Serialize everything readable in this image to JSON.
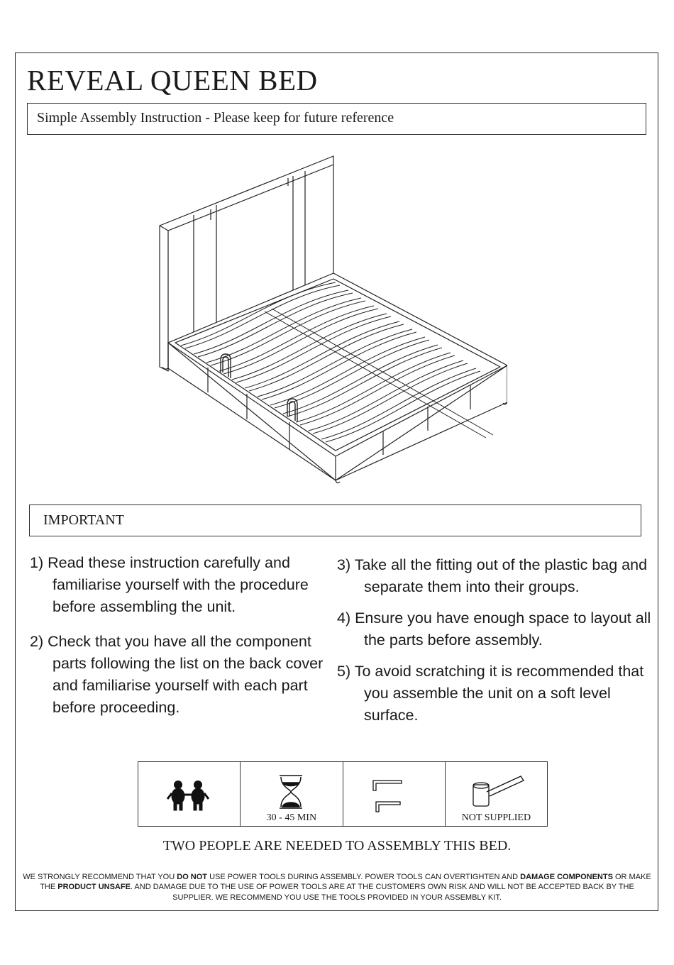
{
  "document": {
    "title": "REVEAL QUEEN BED",
    "subtitle": "Simple Assembly Instruction - Please keep for future reference",
    "important_label": "IMPORTANT",
    "steps_left": [
      "1) Read these instruction carefully and familiarise yourself with the procedure before assembling the unit.",
      "2) Check that you have all the component parts following the list on the back cover and familiarise yourself with each part before proceeding."
    ],
    "steps_right": [
      "3) Take all the fitting out of the plastic bag and separate them into their groups.",
      "4) Ensure you have enough space to layout all the parts before assembly.",
      "5) To avoid scratching it is recommended that you assemble the unit on a soft level surface."
    ],
    "tools": [
      {
        "icon": "two-people-icon",
        "label": ""
      },
      {
        "icon": "hourglass-icon",
        "label": "30 - 45 MIN"
      },
      {
        "icon": "allen-key-icon",
        "label": ""
      },
      {
        "icon": "mallet-icon",
        "label": "NOT SUPPLIED"
      }
    ],
    "people_note": "TWO PEOPLE ARE NEEDED TO ASSEMBLY THIS BED.",
    "warning": {
      "p1": "WE STRONGLY RECOMMEND THAT YOU ",
      "b1": "DO NOT",
      "p2": " USE POWER TOOLS DURING ASSEMBLY. POWER TOOLS CAN OVERTIGHTEN AND ",
      "b2": "DAMAGE COMPONENTS",
      "p3": " OR MAKE THE ",
      "b3": "PRODUCT UNSAFE",
      "p4": ". AND DAMAGE DUE TO THE USE OF POWER TOOLS ARE AT THE CUSTOMERS OWN RISK AND WILL NOT BE ACCEPTED BACK BY THE SUPPLIER. WE RECOMMEND YOU USE THE TOOLS PROVIDED IN YOUR ASSEMBLY KIT."
    }
  }
}
